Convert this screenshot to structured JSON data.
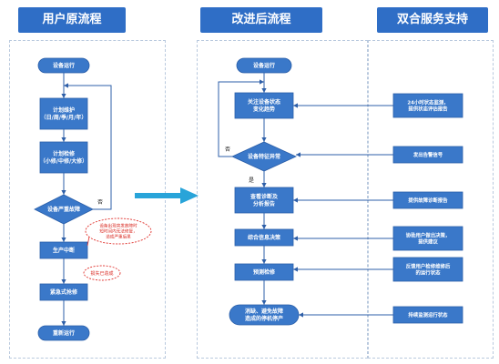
{
  "headers": {
    "original": "用户原流程",
    "improved": "改进后流程",
    "support": "双合服务支持"
  },
  "original_flow": {
    "start": "设备运行",
    "maintenance": "计划维护\n（日/周/季/月/年）",
    "overhaul": "计划检修\n（小修/中修/大修）",
    "decision": "设备严重故障",
    "no_label": "否",
    "halt": "生产中断",
    "repair": "紧急式抢修",
    "end": "重新运行",
    "callout_1": "设备出现突发故障时\n短时间内无法修复，\n造成严重后果",
    "callout_2": "损失已造成"
  },
  "improved_flow": {
    "start": "设备运行",
    "monitor": "关注设备状态\n变化趋势",
    "decision": "设备特征异常",
    "no_label": "否",
    "yes_label": "是",
    "analysis": "查看诊断及\n分析报告",
    "judge": "综合信息决策",
    "plan": "预测检修",
    "final": "消缺、避免故障\n造成的停机停产"
  },
  "support_items": [
    "24小时状态监测，\n提供状态评估报告",
    "发出告警信号",
    "提供故障诊断报告",
    "协助用户做出决策，\n提供建议",
    "反馈用户检修维修后\n的运行状态",
    "持续监测运行状态"
  ],
  "colors": {
    "header_bg": "#2f6ec6",
    "box_fill": "#3a78c9",
    "box_stroke": "#2a5ea8",
    "arrow": "#2e5fa8",
    "big_arrow": "#29a4d9",
    "callout_stroke": "#e0312c",
    "callout_text": "#d9271f",
    "panel_border": "#b9c9de"
  }
}
